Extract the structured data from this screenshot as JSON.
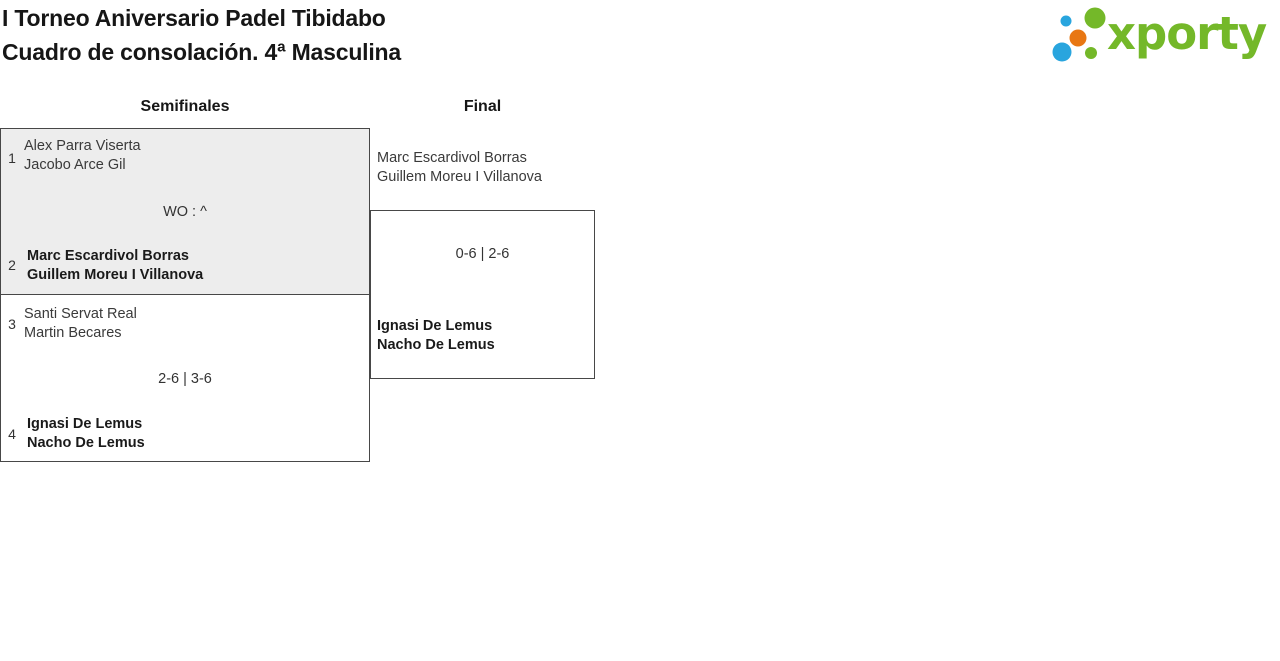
{
  "header": {
    "title_line1": "I Torneo Aniversario Padel Tibidabo",
    "title_line2": "Cuadro de consolación. 4ª Masculina"
  },
  "logo": {
    "text": "xporty",
    "colors": {
      "green": "#74b829",
      "blue": "#29a5de",
      "orange": "#e87713"
    }
  },
  "bracket": {
    "round_headers": [
      {
        "label": "Semifinales"
      },
      {
        "label": "Final"
      }
    ],
    "semifinals": [
      {
        "seed_top": "1",
        "team_top_line1": "Alex Parra Viserta",
        "team_top_line2": "Jacobo Arce Gil",
        "score": "WO : ^",
        "seed_bottom": "2",
        "team_bottom_line1": "Marc Escardivol Borras",
        "team_bottom_line2": "Guillem Moreu I Villanova",
        "winner": "bottom"
      },
      {
        "seed_top": "3",
        "team_top_line1": "Santi Servat Real",
        "team_top_line2": "Martin Becares",
        "score": "2-6 | 3-6",
        "seed_bottom": "4",
        "team_bottom_line1": "Ignasi De Lemus",
        "team_bottom_line2": "Nacho De Lemus",
        "winner": "bottom"
      }
    ],
    "final": {
      "team_top_line1": "Marc Escardivol Borras",
      "team_top_line2": "Guillem Moreu I Villanova",
      "score": "0-6 | 2-6",
      "team_bottom_line1": "Ignasi De Lemus",
      "team_bottom_line2": "Nacho De Lemus",
      "winner": "bottom"
    }
  }
}
